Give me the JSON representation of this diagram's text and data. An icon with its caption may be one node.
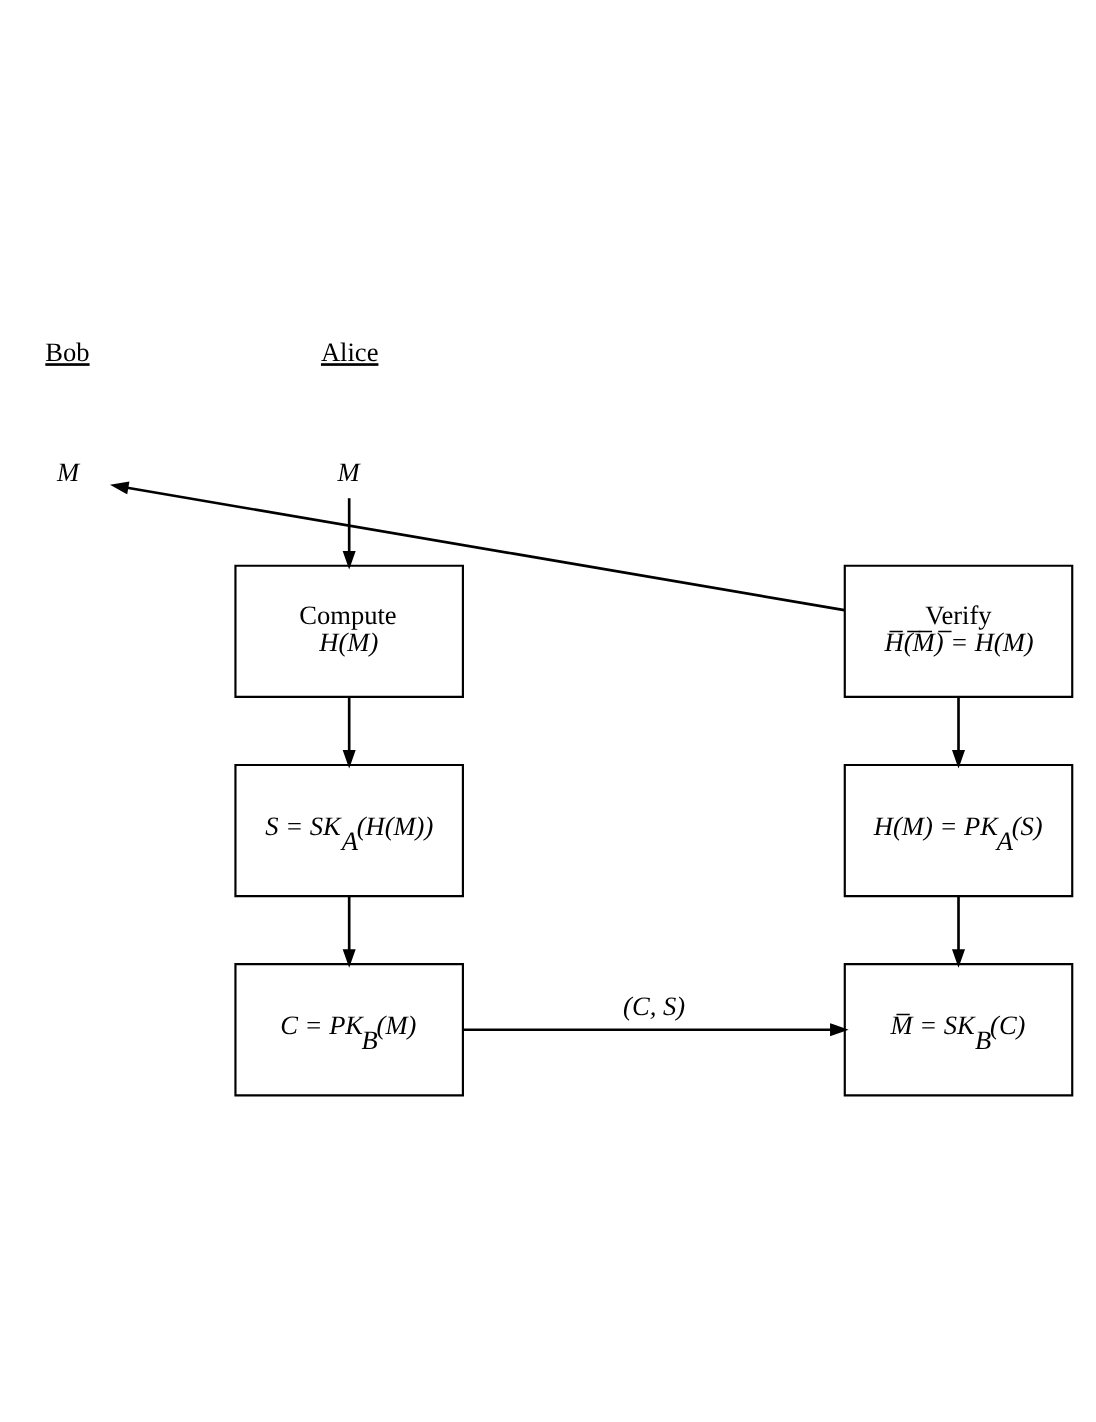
{
  "diagram": {
    "nodes": [
      {
        "text": [
          "M"
        ]
      },
      {
        "text": [
          "Compute",
          "H(M)"
        ]
      },
      {
        "text": [
          "S = SK$_{A}$(H(M))"
        ]
      },
      {
        "text": [
          "C = PK$_{B}$(M)"
        ]
      },
      {
        "text": [
          "M"
        ]
      },
      {
        "text": [
          "Verify",
          "H̅(̅M̅)̅ = H(M)"
        ]
      },
      {
        "text": [
          "H(M) = PK$_{A}$(S)"
        ]
      },
      {
        "text": [
          "M̅ = SK$_{B}$(C)"
        ]
      }
    ],
    "edges": [
      {
        "from": 0,
        "to": 1,
        "arrow": "to"
      },
      {
        "from": 1,
        "to": 2,
        "arrow": "to"
      },
      {
        "from": 2,
        "to": 3,
        "arrow": "to"
      },
      {
        "from": 3,
        "to": 7,
        "arrow": "to",
        "label": "(C, S)"
      },
      {
        "from": 5,
        "to": 4,
        "arrow": "to"
      },
      {
        "from": 5,
        "to": 6,
        "arrow": "to"
      },
      {
        "from": 6,
        "to": 7,
        "arrow": "to"
      }
    ],
    "labels": [
      "Alice",
      "Bob"
    ]
  }
}
